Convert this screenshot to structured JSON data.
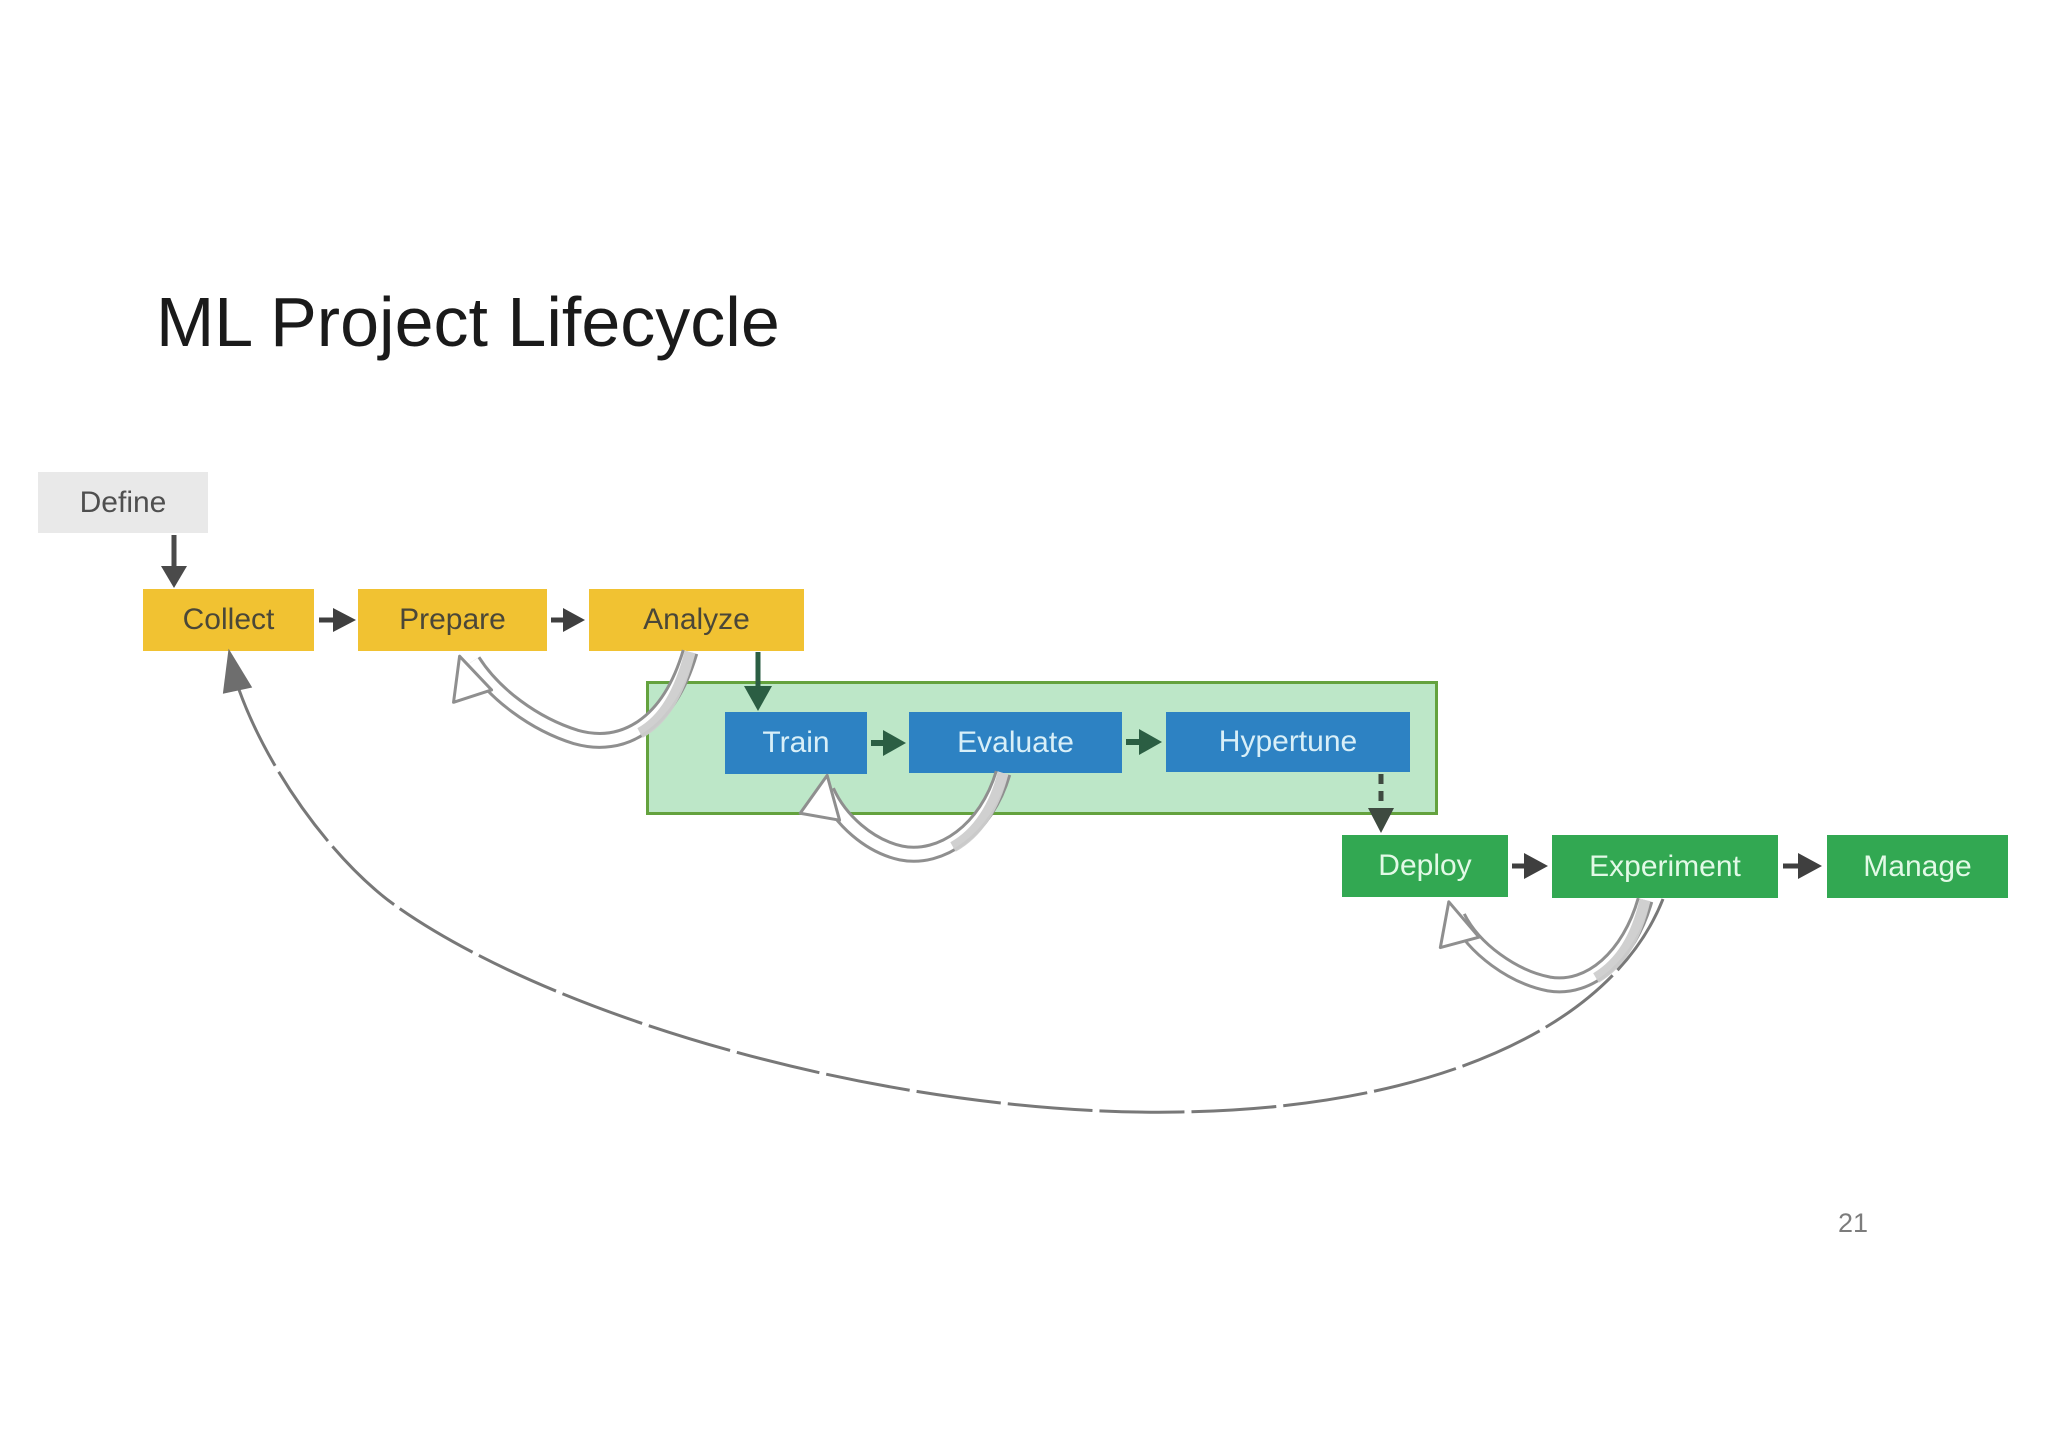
{
  "slide": {
    "title": "ML Project Lifecycle",
    "page_number": "21",
    "background_color": "#ffffff"
  },
  "diagram": {
    "define": {
      "label": "Define"
    },
    "data_stages": [
      {
        "label": "Collect"
      },
      {
        "label": "Prepare"
      },
      {
        "label": "Analyze"
      }
    ],
    "model_stages": [
      {
        "label": "Train"
      },
      {
        "label": "Evaluate"
      },
      {
        "label": "Hypertune"
      }
    ],
    "ops_stages": [
      {
        "label": "Deploy"
      },
      {
        "label": "Experiment"
      },
      {
        "label": "Manage"
      }
    ],
    "flows": [
      "Define -> Collect",
      "Collect -> Prepare",
      "Prepare -> Analyze",
      "Analyze -> Train",
      "Train -> Evaluate",
      "Evaluate -> Hypertune",
      "Hypertune -> Deploy",
      "Deploy -> Experiment",
      "Experiment -> Manage",
      "Analyze -> Prepare (feedback)",
      "Evaluate -> Train (feedback)",
      "Experiment -> Deploy (feedback)",
      "Experiment -> Collect (feedback)"
    ],
    "colors": {
      "define_fill": "#E9E9E9",
      "data_stage_fill": "#F1C232",
      "model_stage_fill": "#2D82C3",
      "ops_stage_fill": "#32A852",
      "model_container_fill": "#BDE7C8",
      "model_container_border": "#64A23E",
      "flow_arrow": "#3F3F3F",
      "model_flow_arrow": "#2B5E43",
      "feedback_arrow_outline": "#8F8F8F",
      "feedback_arrow_tail": "#CDCDCD",
      "long_feedback_arrow": "#787878"
    }
  }
}
